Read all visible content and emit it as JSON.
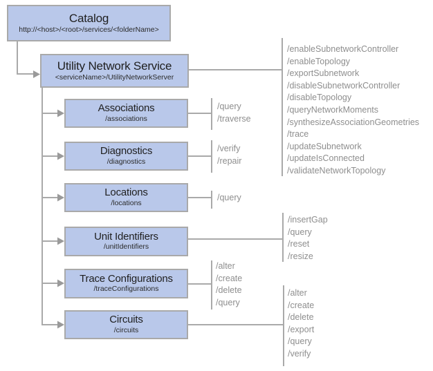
{
  "diagram": {
    "catalog": {
      "title": "Catalog",
      "subtitle": "http://<host>/<root>/services/<folderName>"
    },
    "service": {
      "title": "Utility Network Service",
      "subtitle": "<serviceName>/UtilityNetworkServer",
      "operations": [
        "/enableSubnetworkController",
        "/enableTopology",
        "/exportSubnetwork",
        "/disableSubnetworkController",
        "/disableTopology",
        "/queryNetworkMoments",
        "/synthesizeAssociationGeometries",
        "/trace",
        "/updateSubnetwork",
        "/updateIsConnected",
        "/validateNetworkTopology"
      ]
    },
    "resources": [
      {
        "title": "Associations",
        "subtitle": "/associations",
        "operations": [
          "/query",
          "/traverse"
        ]
      },
      {
        "title": "Diagnostics",
        "subtitle": "/diagnostics",
        "operations": [
          "/verify",
          "/repair"
        ]
      },
      {
        "title": "Locations",
        "subtitle": "/locations",
        "operations": [
          "/query"
        ]
      },
      {
        "title": "Unit Identifiers",
        "subtitle": "/unitIdentifiers",
        "operations": [
          "/insertGap",
          "/query",
          "/reset",
          "/resize"
        ]
      },
      {
        "title": "Trace Configurations",
        "subtitle": "/traceConfigurations",
        "operations": [
          "/alter",
          "/create",
          "/delete",
          "/query"
        ]
      },
      {
        "title": "Circuits",
        "subtitle": "/circuits",
        "operations": [
          "/alter",
          "/create",
          "/delete",
          "/export",
          "/query",
          "/verify"
        ]
      }
    ],
    "colors": {
      "box_fill": "#b9c8ea",
      "box_border": "#a9a9a9",
      "connector": "#a9a9a9",
      "arrow": "#9a9a9a",
      "operation_text": "#8e8e8e"
    }
  }
}
